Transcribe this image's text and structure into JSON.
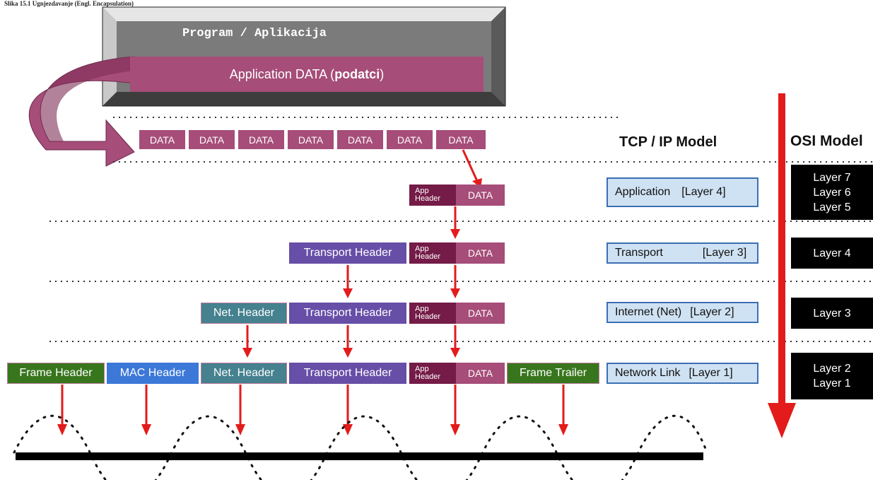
{
  "caption": "Slika 15.1 Ugnjezdavanje (Engl. Encapsulation)",
  "program_title": "Program / Aplikacija",
  "application_data": {
    "prefix": "Application DATA (",
    "bold": "podatci",
    "suffix": " )"
  },
  "data_label": "DATA",
  "app_header": {
    "line1": "App",
    "line2": "Header"
  },
  "transport_header": "Transport Header",
  "net_header": "Net. Header",
  "mac_header": "MAC Header",
  "frame_header": "Frame Header",
  "frame_trailer": "Frame Trailer",
  "tcp_ip": {
    "title": "TCP / IP Model",
    "layers": [
      {
        "name": "Application",
        "layer": "[Layer 4]"
      },
      {
        "name": "Transport",
        "layer": "[Layer 3]"
      },
      {
        "name": "Internet (Net)",
        "layer": "[Layer 2]"
      },
      {
        "name": "Network Link",
        "layer": "[Layer 1]"
      }
    ]
  },
  "osi": {
    "title": "OSI Model",
    "groups": [
      [
        "Layer 7",
        "Layer 6",
        "Layer 5"
      ],
      [
        "Layer 4"
      ],
      [
        "Layer 3"
      ],
      [
        "Layer 2",
        "Layer 1"
      ]
    ]
  },
  "colors": {
    "data": "#a64d79",
    "app_header": "#741b47",
    "transport": "#674ea7",
    "net": "#45818e",
    "mac": "#3c78d8",
    "frame": "#38761d",
    "arrow": "#e31b1b",
    "tcp_box": "#cfe2f3"
  }
}
